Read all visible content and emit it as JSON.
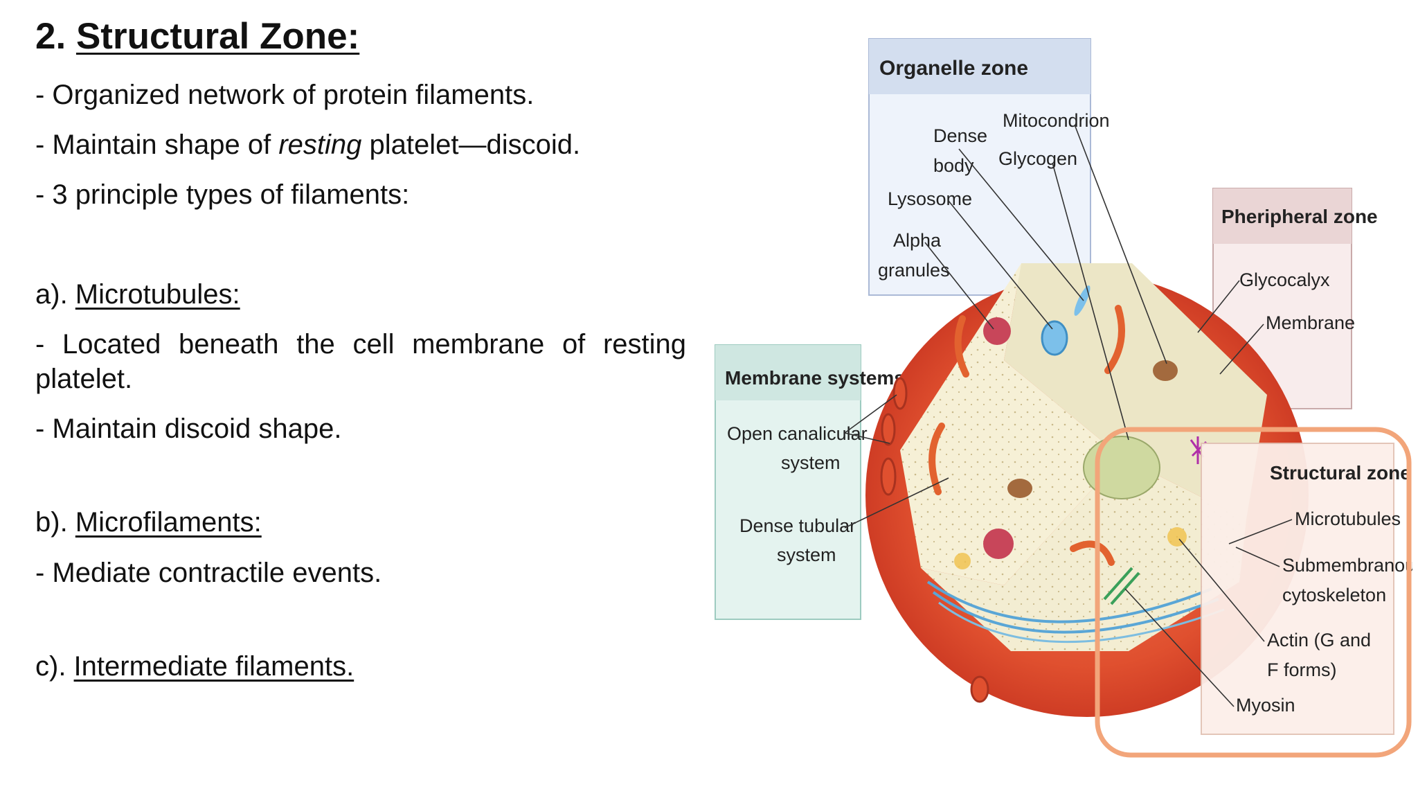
{
  "title": {
    "number": "2.",
    "text": "Structural Zone:"
  },
  "lines": {
    "l1": "- Organized network of protein filaments.",
    "l2_a": "- Maintain shape of ",
    "l2_b": "resting",
    "l2_c": " platelet—discoid.",
    "l3": "- 3 principle types of filaments:",
    "a_prefix": "a). ",
    "a_label": "Microtubules:",
    "a_line1": "- Located beneath the cell membrane of resting platelet.",
    "a_line2": "- Maintain discoid shape.",
    "b_prefix": "b). ",
    "b_label": "Microfilaments:",
    "b_line1": "- Mediate contractile events.",
    "c_prefix": "c). ",
    "c_label": "Intermediate filaments."
  },
  "diagram": {
    "organelle_zone": {
      "header": "Organelle zone",
      "dense": "Dense",
      "body": "body",
      "mitochondrion": "Mitocondrion",
      "glycogen": "Glycogen",
      "lysosome": "Lysosome",
      "alpha": "Alpha",
      "granules": "granules"
    },
    "peripheral_zone": {
      "header": "Pheripheral zone",
      "glycocalyx": "Glycocalyx",
      "membrane": "Membrane"
    },
    "membrane_systems": {
      "header": "Membrane systems",
      "ocs1": "Open canalicular",
      "ocs2": "system",
      "dts1": "Dense tubular",
      "dts2": "system"
    },
    "structural_zone": {
      "header": "Structural zone",
      "microtubules": "Microtubules",
      "sub1": "Submembranous",
      "sub2": "cytoskeleton",
      "actin1": "Actin (G and",
      "actin2": "F forms)",
      "myosin": "Myosin"
    },
    "colors": {
      "highlight": "#f2a57a",
      "outer_cell": "#d9442e",
      "interior": "#f6f0d6",
      "organelle_box": "#e6eefa",
      "peripheral_box": "#f6e6e6",
      "membrane_box": "#e2f2ee",
      "structural_box": "#fbe8e2"
    }
  }
}
